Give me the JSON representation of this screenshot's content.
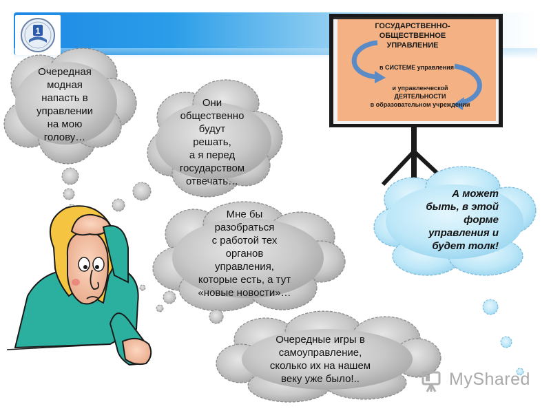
{
  "board": {
    "line1": "ГОСУДАРСТВЕННО-",
    "line2": "ОБЩЕСТВЕННОЕ",
    "line3": "УПРАВЛЕНИЕ",
    "line4": "в СИСТЕМЕ управления",
    "line5": "и управленческой",
    "line6": "ДЕЯТЕЛЬНОСТИ",
    "line7": "в образовательном учреждении"
  },
  "bubbles": {
    "b1": [
      "Очередная",
      "модная",
      "напасть в",
      "управлении",
      "на мою",
      "голову…"
    ],
    "b2": [
      "Они",
      "общественно",
      "будут",
      "решать,",
      "а я перед",
      "государством",
      "отвечать…"
    ],
    "b3": [
      "Мне бы",
      "разобраться",
      "с работой тех",
      "органов",
      "управления,",
      "которые есть, а тут",
      "«новые новости»…"
    ],
    "b4": [
      "Очередные игры в",
      "самоуправление,",
      "сколько их на нашем",
      "веку уже было!.."
    ],
    "answer": [
      "А может",
      "быть, в этой",
      "форме",
      "управления и",
      "будет толк!"
    ]
  },
  "logo": {
    "badge": "1"
  },
  "watermark": {
    "text": "MyShared"
  },
  "colors": {
    "bubble_gray": "#c4c4c4",
    "bubble_blue": "#b8e6f7",
    "board_orange": "#f4b183",
    "board_frame": "#1b1b1b",
    "arrow_blue": "#5b8bc6",
    "header_blue": "#1e88e5",
    "shirt_teal": "#2bb0a0",
    "hair_yellow": "#f5c542"
  }
}
